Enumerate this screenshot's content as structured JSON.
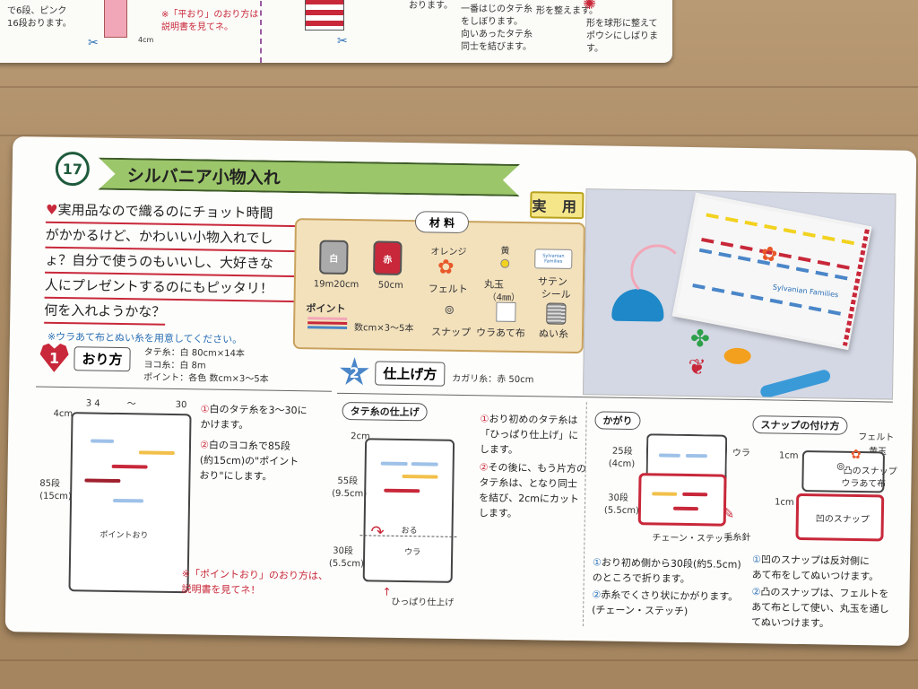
{
  "top_card": {
    "text_left": [
      "で6段、ピンク",
      "16段おります。"
    ],
    "note_hiraori": [
      "※「平おり」のおり方は",
      "説明書を見てネ。"
    ],
    "text_mid": [
      "おります。"
    ],
    "step2_text": [
      "一番はじのタテ糸",
      "をしぼります。"
    ],
    "step3_text": [
      "向いあったタテ糸",
      "同士を結びます。"
    ],
    "step4_text": [
      "形を球形に整えて",
      "ポウシにしばります。"
    ],
    "shape_text": "形を整えます。",
    "dim": "4cm"
  },
  "card": {
    "number": "17",
    "title": "シルバニア小物入れ",
    "category": "実 用",
    "intro_lines": [
      "実用品なので織るのにチョット時間",
      "がかかるけど、かわいい小物入れでし",
      "ょ？自分で使うのもいいし、大好きな",
      "人にプレゼントするのにもピッタリ！",
      "何を入れようかな？"
    ],
    "prep_note": "※ウラあて布とぬい糸を用意してください。",
    "materials": {
      "title": "材 料",
      "white_spool": "白",
      "white_size": "19m20cm",
      "red_spool": "赤",
      "red_size": "50cm",
      "orange_label": "オレンジ",
      "felt": "フェルト",
      "yellow_label": "黄",
      "pompom": "丸玉",
      "pompom_size": "（4㎜）",
      "satin_seal": "サテン",
      "satin_seal2": "シール",
      "seal_text": "Sylvanian Families",
      "point_label": "ポイント",
      "point_size": "数cm×3～5本",
      "snap": "スナップ",
      "lining": "ウラあて布",
      "sewing_thread": "ぬい糸"
    },
    "step1": {
      "num": "1",
      "label": "おり方",
      "spec_tate": "タテ糸：白 80cm×14本",
      "spec_yoko": "ヨコ糸：白 8m",
      "spec_point": "ポイント：各色 数cm×3～5本",
      "inst1": [
        "白のタテ糸を3～30に",
        "かけます。"
      ],
      "inst2": [
        "白のヨコ糸で85段",
        "(約15cm)の\"ポイント",
        "おり\"にします。"
      ],
      "dia_top_left": "3 4",
      "dia_top_mid": "～",
      "dia_top_right": "30",
      "dia_4cm": "4cm",
      "dia_rows": "85段",
      "dia_rows_cm": "(15cm)",
      "dia_center": "ポイントおり",
      "note": [
        "※「ポイントおり」のおり方は、",
        "説明書を見てネ！"
      ]
    },
    "step2": {
      "num": "2",
      "label": "仕上げ方",
      "spec": "カガリ糸：赤 50cm",
      "sub1": "タテ糸の仕上げ",
      "dia_2cm": "2cm",
      "dia_55": "55段",
      "dia_55cm": "(9.5cm)",
      "dia_30": "30段",
      "dia_30cm": "(5.5cm)",
      "dia_oru": "おる",
      "dia_ura": "ウラ",
      "dia_bottom": "ひっぱり仕上げ",
      "inst1": [
        "おり初めのタテ糸は",
        "「ひっぱり仕上げ」に",
        "します。"
      ],
      "inst2": [
        "その後に、もう片方の",
        "タテ糸は、となり同士",
        "を結び、2cmにカット",
        "します。"
      ],
      "sub2": "かがり",
      "dia_25": "25段",
      "dia_25cm": "(4cm)",
      "dia_30b": "30段",
      "dia_30bcm": "(5.5cm)",
      "dia_ura2": "ウラ",
      "dia_chain": "チェーン・ステッチ",
      "dia_needle": "毛糸針",
      "kagari_inst1": [
        "おり初め側から30段(約5.5cm)",
        "のところで折ります。"
      ],
      "kagari_inst2": [
        "赤糸でくさり状にかがります。",
        "(チェーン・ステッチ)"
      ],
      "sub3": "スナップの付け方",
      "dia_felt": "フェルト",
      "dia_yellow": "黄玉",
      "dia_1cm_a": "1cm",
      "dia_1cm_b": "1cm",
      "dia_convex": "凸のスナップ",
      "dia_lining": "ウラあて布",
      "dia_concave": "凹のスナップ",
      "snap_inst1": [
        "凹のスナップは反対側に",
        "あて布をしてぬいつけます。"
      ],
      "snap_inst2": [
        "凸のスナップは、フェルトを",
        "あて布として使い、丸玉を通し",
        "てぬいつけます。"
      ]
    },
    "photo": {
      "pouch_label": "Sylvanian Families"
    }
  },
  "colors": {
    "accent_red": "#c8283a",
    "banner_green": "#9cc66a",
    "materials_bg": "#f3e1bc",
    "star_blue": "#4a86c8"
  }
}
